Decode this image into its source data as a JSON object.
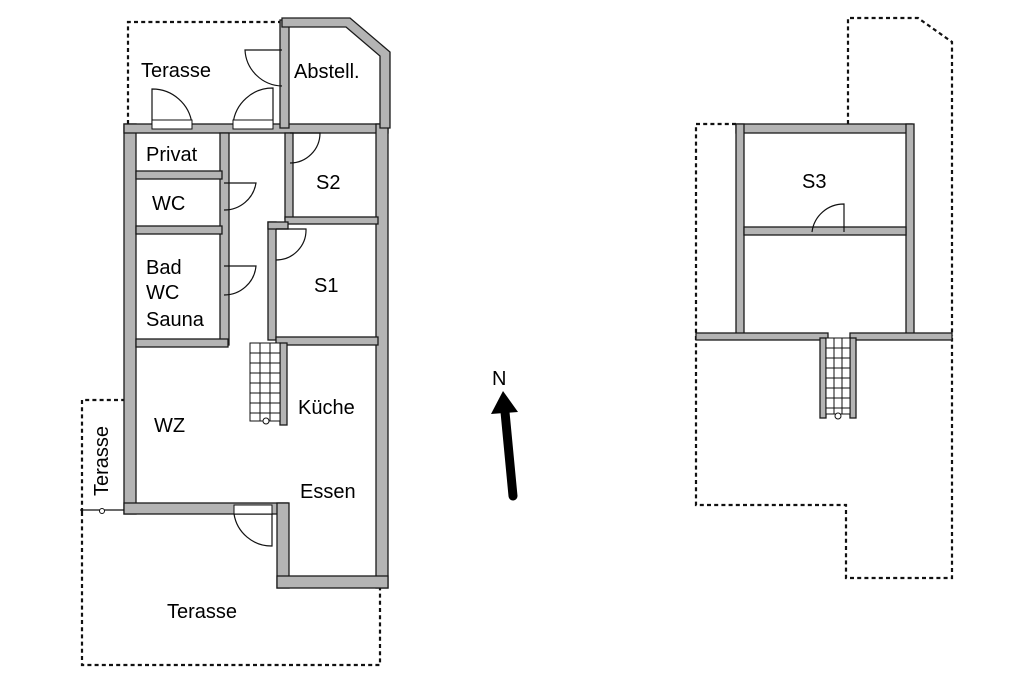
{
  "rooms": {
    "terasse_top": "Terasse",
    "abstell": "Abstell.",
    "privat": "Privat",
    "wc": "WC",
    "s2": "S2",
    "bad_line1": "Bad",
    "bad_line2": "WC",
    "bad_line3": "Sauna",
    "s1": "S1",
    "kueche": "Küche",
    "wz": "WZ",
    "essen": "Essen",
    "terasse_left": "Terasse",
    "terasse_bottom": "Terasse",
    "s3": "S3"
  },
  "compass": {
    "label": "N"
  },
  "colors": {
    "wall_fill": "#b4b4b4",
    "line": "#111111"
  }
}
